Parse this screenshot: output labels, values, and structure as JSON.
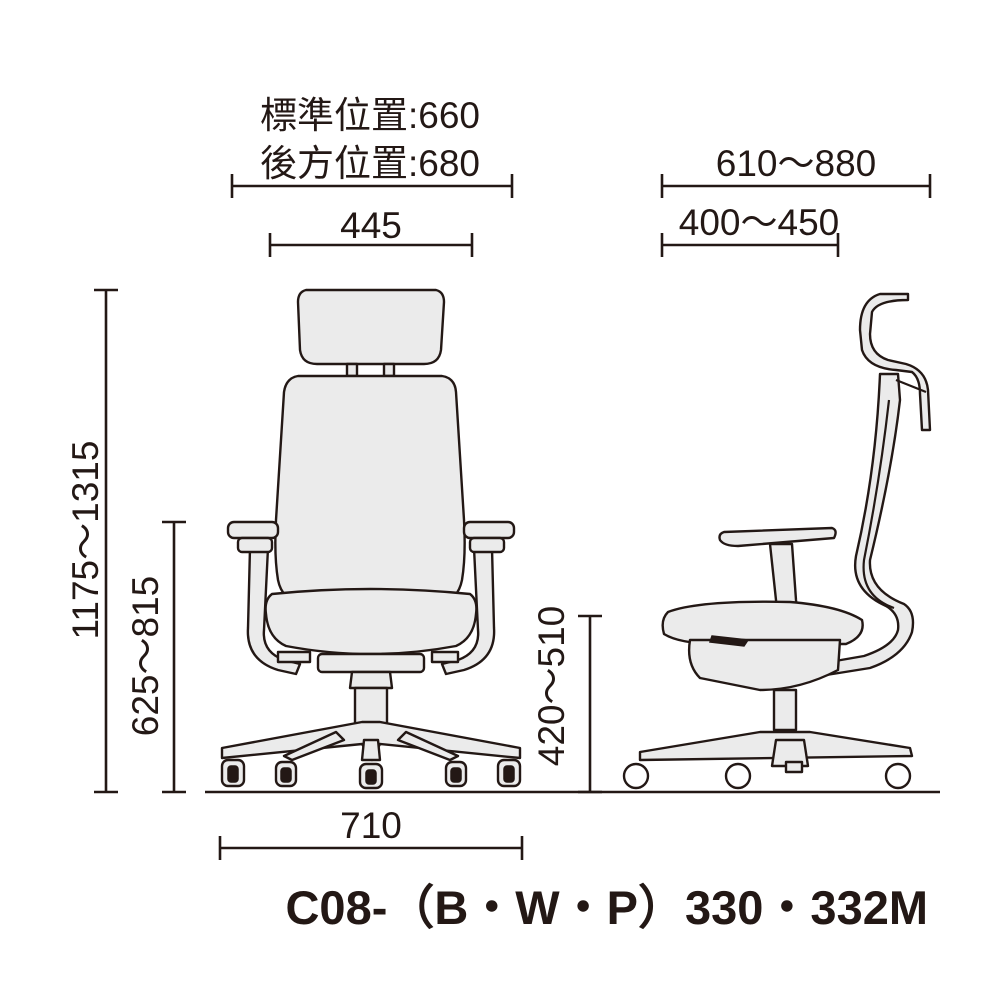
{
  "dimensions": {
    "top_width_standard": "標準位置:660",
    "top_width_back": "後方位置:680",
    "backrest_width": "445",
    "side_depth_total": "610～880",
    "side_seat_depth": "400～450",
    "total_height": "1175～1315",
    "armrest_height": "625～815",
    "seat_height": "420～510",
    "base_width": "710"
  },
  "model_name": "C08-（B・W・P）330・332M",
  "colors": {
    "line": "#231815",
    "fill": "#ebebeb",
    "background": "#ffffff"
  }
}
